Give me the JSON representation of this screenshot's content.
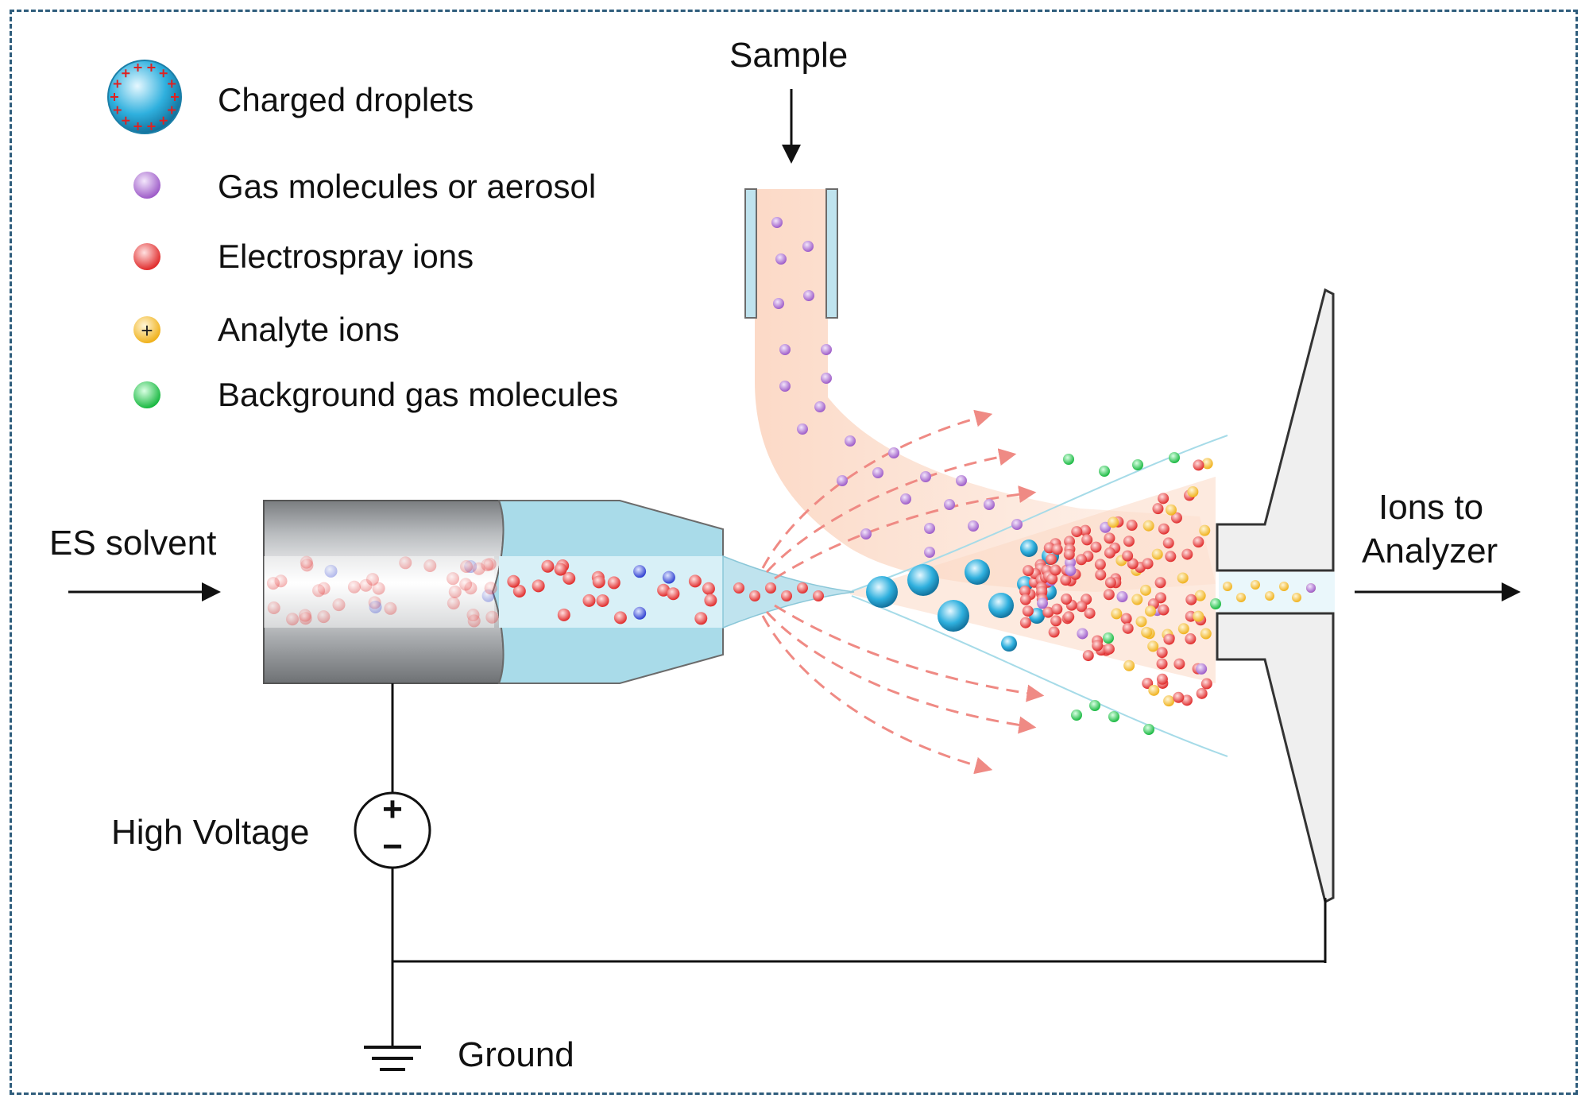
{
  "legend": {
    "charged_droplets": "Charged droplets",
    "gas_molecules": "Gas molecules or aerosol",
    "electrospray_ions": "Electrospray ions",
    "analyte_ions": "Analyte ions",
    "background_gas": "Background gas molecules"
  },
  "labels": {
    "sample": "Sample",
    "es_solvent": "ES solvent",
    "ions_to_analyzer_line1": "Ions to",
    "ions_to_analyzer_line2": "Analyzer",
    "high_voltage": "High Voltage",
    "ground": "Ground"
  },
  "symbols": {
    "plus": "+",
    "minus": "−"
  },
  "colors": {
    "frame": "#2f5d7c",
    "droplet": "#2aa7d8",
    "gas_molecule": "#a96bd0",
    "electrospray_ion": "#e23a3a",
    "analyte_ion": "#f2bd2c",
    "background_gas": "#22c44a",
    "sample_flow": "#fbd9c5",
    "capillary_fluid": "#bfe3ee"
  }
}
